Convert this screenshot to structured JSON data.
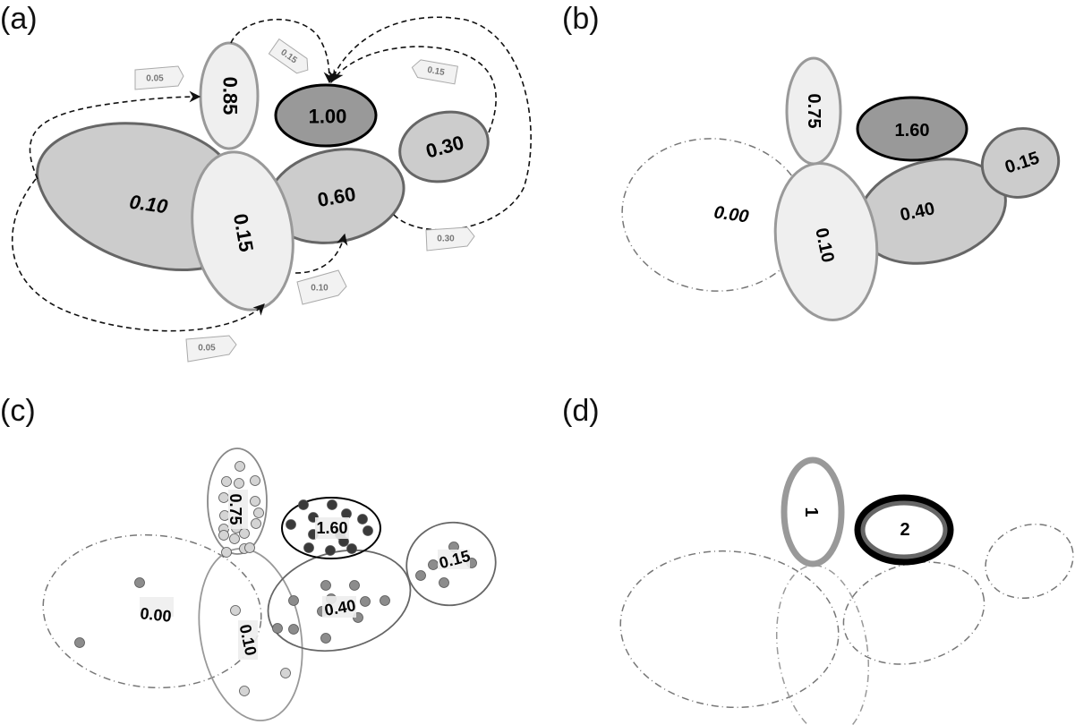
{
  "panels": [
    {
      "id": "a",
      "label": "(a)",
      "regions": [
        {
          "name": "region-085",
          "value": "0.85",
          "italic": false
        },
        {
          "name": "region-100",
          "value": "1.00",
          "italic": false
        },
        {
          "name": "region-030",
          "value": "0.30",
          "italic": false
        },
        {
          "name": "region-010",
          "value": "0.10",
          "italic": true
        },
        {
          "name": "region-015",
          "value": "0.15",
          "italic": false
        },
        {
          "name": "region-060",
          "value": "0.60",
          "italic": false
        }
      ],
      "flows": [
        {
          "from": "0.10",
          "to": "0.85",
          "amount": "0.05"
        },
        {
          "from": "0.85",
          "to": "1.00",
          "amount": "0.15"
        },
        {
          "from": "0.30",
          "to": "1.00",
          "amount": "0.15"
        },
        {
          "from": "0.60",
          "to": "1.00",
          "amount": "0.30"
        },
        {
          "from": "0.15",
          "to": "0.60",
          "amount": "0.10"
        },
        {
          "from": "0.10",
          "to": "0.15",
          "amount": "0.05"
        }
      ]
    },
    {
      "id": "b",
      "label": "(b)",
      "regions": [
        {
          "name": "region-075",
          "value": "0.75",
          "italic": false
        },
        {
          "name": "region-160",
          "value": "1.60",
          "italic": false
        },
        {
          "name": "region-015",
          "value": "0.15",
          "italic": false
        },
        {
          "name": "region-000",
          "value": "0.00",
          "italic": true
        },
        {
          "name": "region-010",
          "value": "0.10",
          "italic": false
        },
        {
          "name": "region-040",
          "value": "0.40",
          "italic": false
        }
      ]
    },
    {
      "id": "c",
      "label": "(c)",
      "regions": [
        {
          "name": "region-075",
          "value": "0.75"
        },
        {
          "name": "region-160",
          "value": "1.60"
        },
        {
          "name": "region-015",
          "value": "0.15"
        },
        {
          "name": "region-000",
          "value": "0.00"
        },
        {
          "name": "region-010",
          "value": "0.10"
        },
        {
          "name": "region-040",
          "value": "0.40"
        }
      ]
    },
    {
      "id": "d",
      "label": "(d)",
      "regions": [
        {
          "name": "region-1",
          "value": "1"
        },
        {
          "name": "region-2",
          "value": "2"
        }
      ]
    }
  ],
  "colors": {
    "light_fill": "#efefef",
    "light_stroke": "#999999",
    "mid_fill": "#cccccc",
    "mid_stroke": "#666666",
    "dark_fill": "#999999",
    "dark_stroke": "#000000",
    "empty_stroke": "#777777",
    "dot_light": "#d4d4d4",
    "dot_mid": "#8c8c8c",
    "dot_dark": "#3a3a3a",
    "tag_fill": "#f2f2f2",
    "tag_stroke": "#aaaaaa"
  }
}
